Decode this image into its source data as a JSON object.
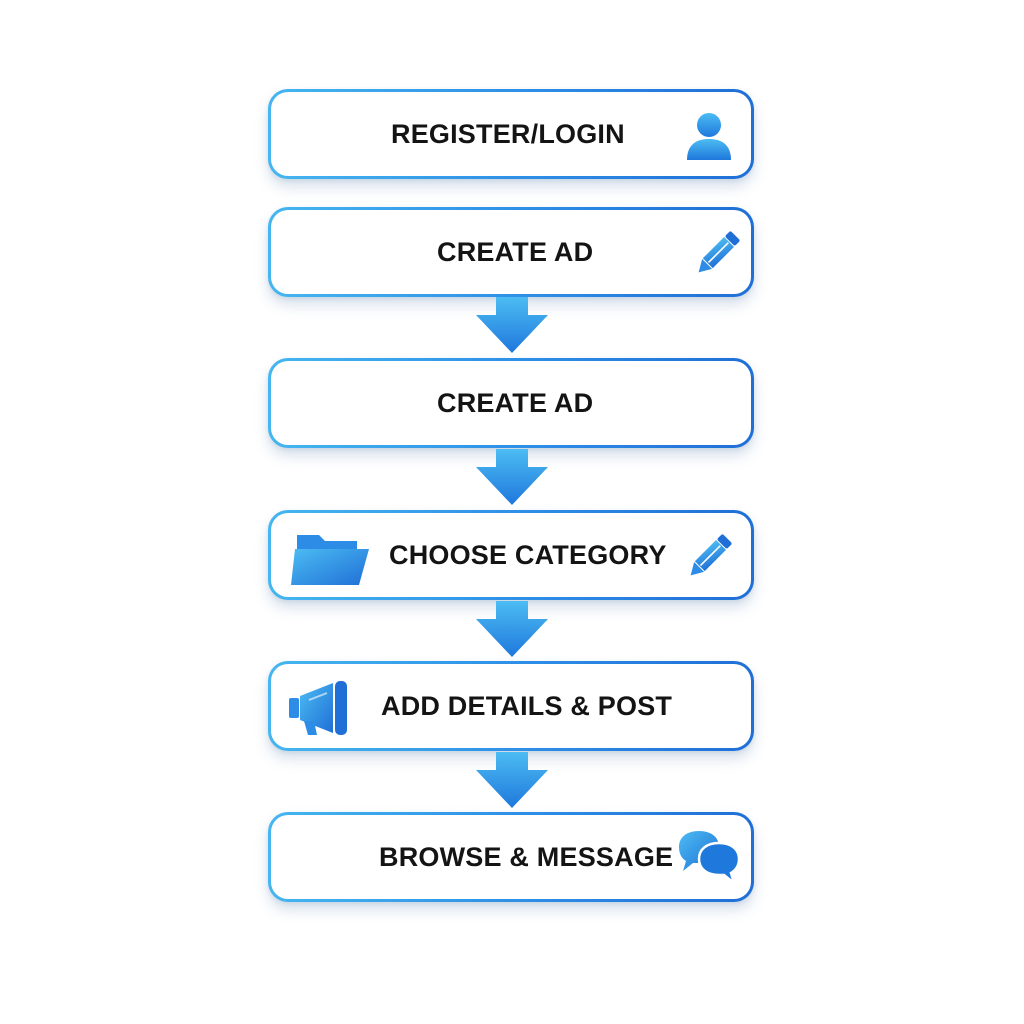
{
  "steps": [
    {
      "label": "REGISTER/LOGIN",
      "icons": [
        "user-icon"
      ]
    },
    {
      "label": "CREATE AD",
      "icons": [
        "pencil-icon"
      ]
    },
    {
      "label": "CREATE AD",
      "icons": []
    },
    {
      "label": "CHOOSE CATEGORY",
      "icons": [
        "folder-icon",
        "pencil-icon"
      ]
    },
    {
      "label": "ADD DETAILS & POST",
      "icons": [
        "megaphone-icon"
      ]
    },
    {
      "label": "BROWSE & MESSAGE",
      "icons": [
        "chat-bubbles-icon"
      ]
    }
  ],
  "colors": {
    "accent_light": "#45b6f0",
    "accent": "#2d8de6",
    "accent_dark": "#1f6fd6",
    "text": "#141414"
  }
}
